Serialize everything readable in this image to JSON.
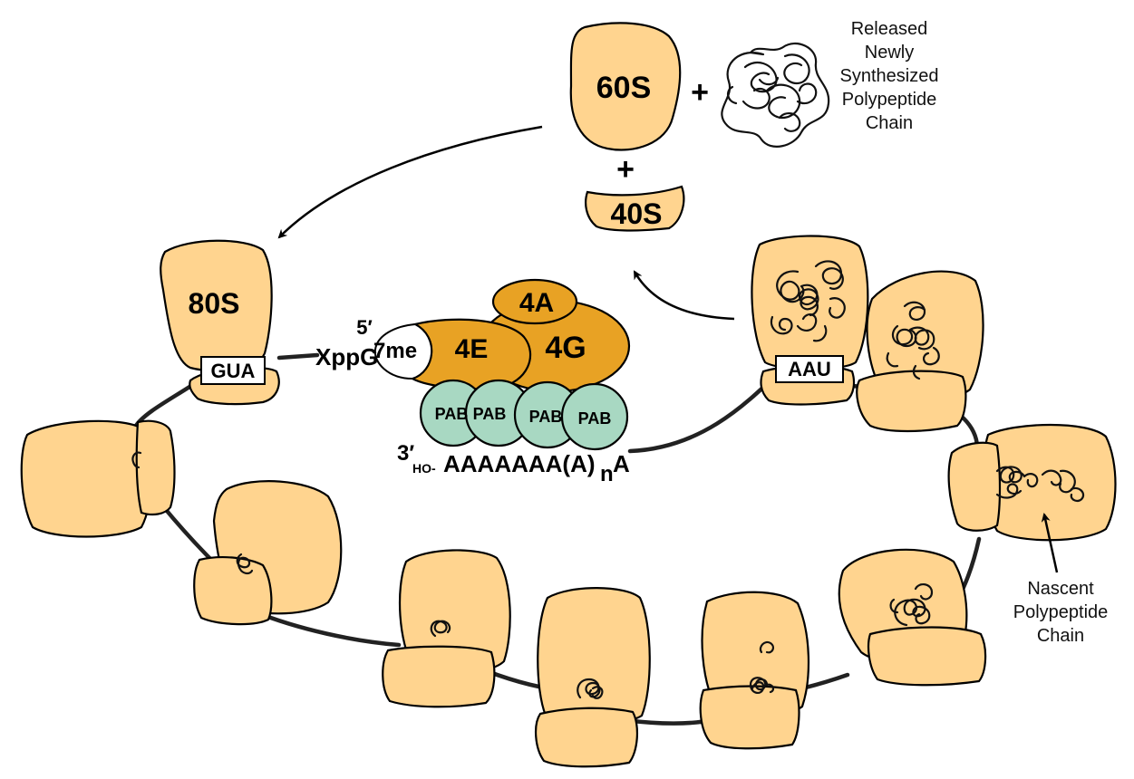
{
  "top": {
    "large_subunit": "60S",
    "small_subunit": "40S",
    "plus_1": "+",
    "plus_2": "+",
    "released_chain_label": [
      "Released",
      "Newly",
      "Synthesized",
      "Polypeptide",
      "Chain"
    ]
  },
  "initiation": {
    "ribosome_80s": "80S",
    "start_codon": "GUA",
    "five_prime": "5′",
    "cap_sequence": "XppG",
    "cap_methyl": "7me",
    "factors": {
      "eif4a": "4A",
      "eif4e": "4E",
      "eif4g": "4G"
    },
    "pab": [
      "PAB",
      "PAB",
      "PAB",
      "PAB"
    ],
    "three_prime": "3′",
    "ho_prefix": "HO-",
    "polya_main": "AAAAAAA(A)",
    "polya_n": "n",
    "polya_end": "A"
  },
  "termination": {
    "stop_codon": "AAU"
  },
  "nascent_label": [
    "Nascent",
    "Polypeptide",
    "Chain"
  ],
  "colors": {
    "ribosome": "#FFD48F",
    "eif4_factors": "#E8A224",
    "pab": "#A8D8C2",
    "outline": "#000000"
  }
}
